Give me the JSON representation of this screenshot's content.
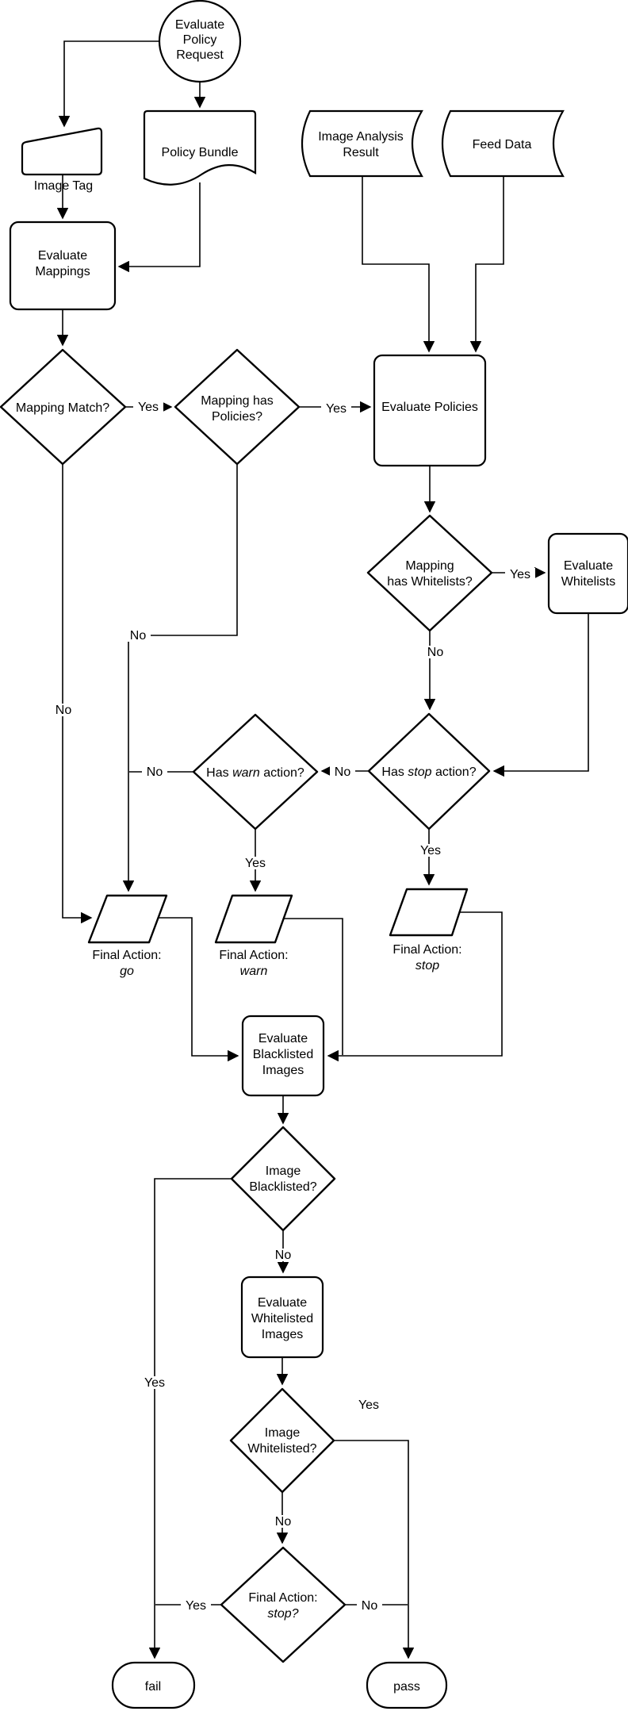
{
  "colors": {
    "line": "#000000",
    "shape_fill": "#ffffff",
    "text": "#000000",
    "background": "#ffffff"
  },
  "nodes": {
    "policy_request": {
      "line1": "Evaluate",
      "line2": "Policy",
      "line3": "Request"
    },
    "image_tag": {
      "label": "Image Tag"
    },
    "policy_bundle": {
      "label": "Policy Bundle"
    },
    "image_analysis": {
      "line1": "Image Analysis",
      "line2": "Result"
    },
    "feed_data": {
      "label": "Feed Data"
    },
    "evaluate_mappings": {
      "line1": "Evaluate",
      "line2": "Mappings"
    },
    "mapping_match": {
      "label": "Mapping Match?"
    },
    "mapping_has_policies": {
      "line1": "Mapping has",
      "line2": "Policies?"
    },
    "evaluate_policies": {
      "label": "Evaluate Policies"
    },
    "mapping_has_whitelists": {
      "line1": "Mapping",
      "line2": "has Whitelists?"
    },
    "evaluate_whitelists": {
      "line1": "Evaluate",
      "line2": "Whitelists"
    },
    "has_warn": {
      "pre": "Has ",
      "word": "warn",
      "post": " action?"
    },
    "has_stop": {
      "pre": "Has ",
      "word": "stop",
      "post": " action?"
    },
    "final_go": {
      "line1": "Final Action:",
      "line2": "go"
    },
    "final_warn": {
      "line1": "Final Action:",
      "line2": "warn"
    },
    "final_stop": {
      "line1": "Final Action:",
      "line2": "stop"
    },
    "evaluate_blacklisted": {
      "line1": "Evaluate",
      "line2": "Blacklisted",
      "line3": "Images"
    },
    "image_blacklisted": {
      "line1": "Image",
      "line2": "Blacklisted?"
    },
    "evaluate_whitelisted": {
      "line1": "Evaluate",
      "line2": "Whitelisted",
      "line3": "Images"
    },
    "image_whitelisted": {
      "line1": "Image",
      "line2": "Whitelisted?"
    },
    "final_action_stop": {
      "line1": "Final Action:",
      "line2": "stop?"
    },
    "fail": {
      "label": "fail"
    },
    "pass": {
      "label": "pass"
    }
  },
  "edge_labels": {
    "mapping_match_yes": "Yes",
    "mapping_match_no": "No",
    "mapping_has_policies_yes": "Yes",
    "mapping_has_policies_no": "No",
    "mapping_has_whitelists_yes": "Yes",
    "mapping_has_whitelists_no": "No",
    "has_stop_no": "No",
    "has_stop_yes": "Yes",
    "has_warn_no": "No",
    "has_warn_yes": "Yes",
    "image_blacklisted_yes": "Yes",
    "image_blacklisted_no": "No",
    "image_whitelisted_yes": "Yes",
    "image_whitelisted_no": "No",
    "final_action_stop_yes": "Yes",
    "final_action_stop_no": "No"
  }
}
